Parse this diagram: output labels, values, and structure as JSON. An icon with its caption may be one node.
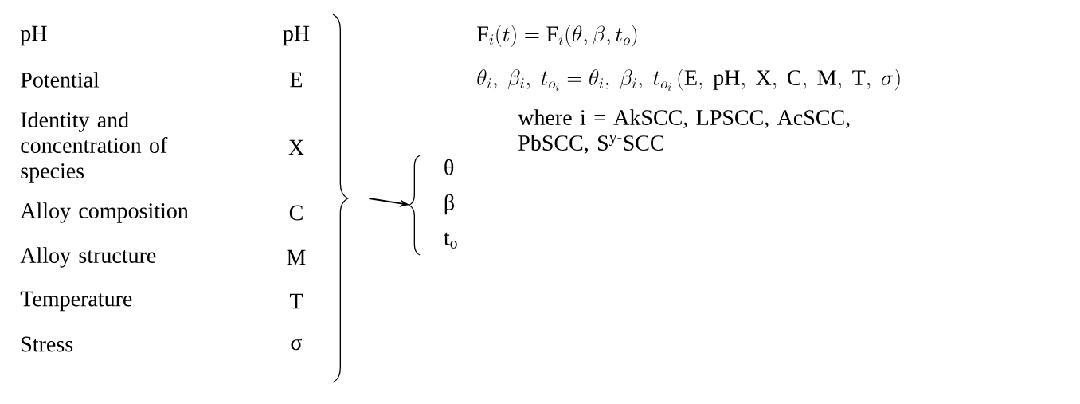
{
  "diagram": {
    "nodes": [
      {
        "text": [],
        "shape": "brace"
      },
      {
        "text": [
          "θ",
          "β",
          "t$_{o}$"
        ]
      }
    ],
    "edges": [
      {
        "from": 0,
        "to": 1,
        "arrow": "to"
      }
    ],
    "labels": [
      "pH",
      "pH",
      "Potential",
      "E",
      "Identity and concentration of species",
      "X",
      "Alloy composition",
      "C",
      "Alloy structure",
      "M",
      "Temperature",
      "T",
      "Stress",
      "σ",
      "\\mathrm{F}_i(t) = \\mathrm{F}_i(\\theta, \\beta, t_o)",
      "\\theta_i,\\ \\beta_i,\\ t_{o_i} = \\theta_i,\\ \\beta_i,\\ t_{o_i}\\,(\\mathrm{E},\\ \\mathrm{pH},\\ \\mathrm{X},\\ \\mathrm{C},\\ \\mathrm{M},\\ \\mathrm{T},\\ \\sigma)",
      "where i = AkSCC, LPSCC, AcSCC, PbSCC, S$^{y-}$SCC"
    ]
  }
}
